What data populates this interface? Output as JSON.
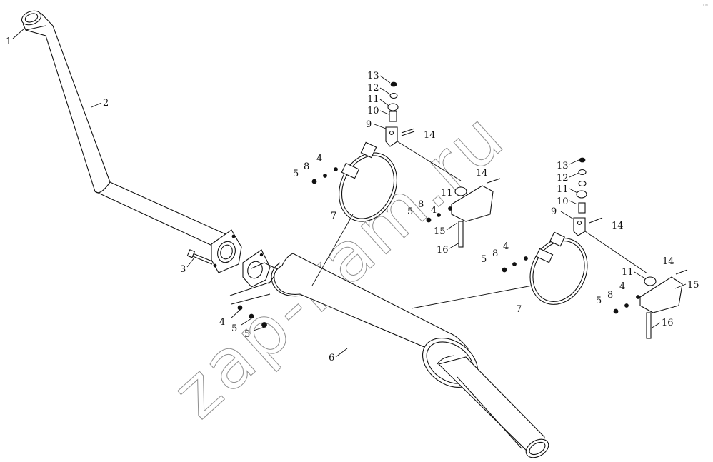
{
  "watermark": "zap-kam.ru",
  "corner_mark": "r∞",
  "callouts": {
    "c1": "1",
    "c2": "2",
    "c3": "3",
    "c4a": "4",
    "c5a": "5",
    "c5b": "5",
    "c6": "6",
    "c5c": "5",
    "c8c": "8",
    "c4c": "4",
    "c7c": "7",
    "c13c": "13",
    "c12c": "12",
    "c11c": "11",
    "c10c": "10",
    "c9c": "9",
    "c14c": "14",
    "c11d": "11",
    "c4d": "4",
    "c5d": "5",
    "c8d": "8",
    "c14d": "14",
    "c15d": "15",
    "c16d": "16",
    "c13r": "13",
    "c12r": "12",
    "c11r": "11",
    "c10r": "10",
    "c9r": "9",
    "c14r": "14",
    "c4r": "4",
    "c8r": "8",
    "c5r": "5",
    "c7r": "7",
    "c14s": "14",
    "c11s": "11",
    "c15s": "15",
    "c8s": "8",
    "c4s": "4",
    "c5s": "5",
    "c16s": "16"
  }
}
